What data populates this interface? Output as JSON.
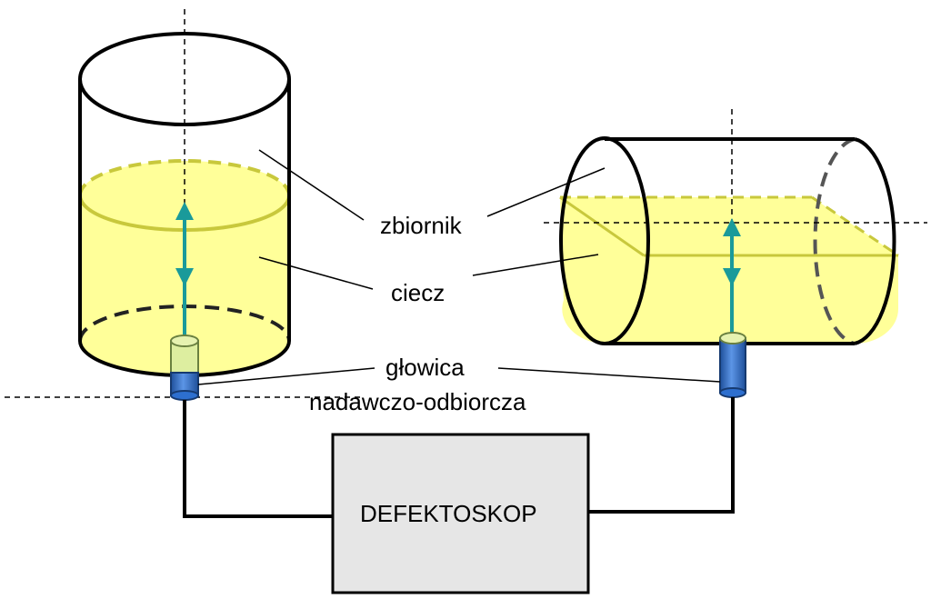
{
  "labels": {
    "tank": "zbiornik",
    "liquid": "ciecz",
    "probe_line1": "głowica",
    "probe_line2": "nadawczo-odbiorcza",
    "device": "DEFEKTOSKOP"
  },
  "colors": {
    "liquid": "#ffff99",
    "liquid_edge": "#c8c83c",
    "arrow": "#1a9a9a",
    "probe": "#2d6fcf",
    "device_fill": "#e6e6e6",
    "outline": "#000000"
  }
}
